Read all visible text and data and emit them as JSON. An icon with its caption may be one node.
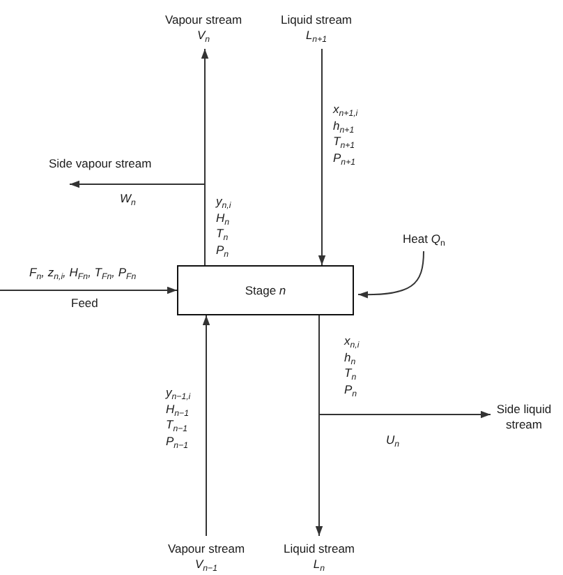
{
  "diagram": {
    "nodes": [
      {
        "text": [
          "Vapour stream",
          "V$_{n}$"
        ]
      },
      {
        "text": [
          "Liquid stream",
          "L$_{n+1}$"
        ]
      },
      {
        "text": [
          "Side vapour stream"
        ]
      },
      {
        "text": [
          "Heat *Q*$_{n}$"
        ]
      },
      {
        "text": [
          "Stage *n*"
        ]
      },
      {
        "text": [
          "Side liquid stream"
        ]
      },
      {
        "text": [
          "Vapour stream",
          "V$_{n−1}$"
        ]
      },
      {
        "text": [
          "Liquid stream",
          "L$_{n}$"
        ]
      }
    ],
    "edges": [
      {
        "from": 4,
        "to": 0,
        "arrow": "to",
        "label": "y$_{n,i}$ H$_{n}$ T$_{n}$ P$_{n}$"
      },
      {
        "from": 4,
        "to": 2,
        "arrow": "to",
        "label": "W$_{n}$"
      },
      {
        "from": 1,
        "to": 4,
        "arrow": "to",
        "label": "x$_{n+1,i}$ h$_{n+1}$ T$_{n+1}$ P$_{n+1}$"
      },
      {
        "from": null,
        "to": 4,
        "arrow": "to",
        "label": "F$_{n}$, z$_{n,i}$, H$_{Fn}$, T$_{Fn}$, P$_{Fn}$"
      },
      {
        "from": 3,
        "to": 4,
        "arrow": "to"
      },
      {
        "from": 6,
        "to": 4,
        "arrow": "to",
        "label": "y$_{n−1,i}$ H$_{n−1}$ T$_{n−1}$ P$_{n−1}$"
      },
      {
        "from": 4,
        "to": 7,
        "arrow": "to",
        "label": "x$_{n,i}$ h$_{n}$ T$_{n}$ P$_{n}$"
      },
      {
        "from": 4,
        "to": 5,
        "arrow": "to",
        "label": "U$_{n}$"
      }
    ],
    "labels": [
      "Feed"
    ]
  }
}
